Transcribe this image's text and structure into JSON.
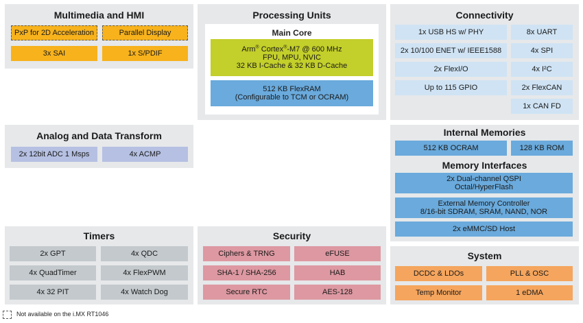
{
  "multimedia": {
    "title": "Multimedia and HMI",
    "blocks": [
      "PxP for 2D Acceleration",
      "Parallel Display",
      "3x SAI",
      "1x S/PDIF"
    ]
  },
  "processing": {
    "title": "Processing Units",
    "main_core": {
      "title": "Main Core",
      "arm_prefix": "Arm",
      "cortex": "Cortex",
      "cortex_model": "-M7 @ 600 MHz",
      "cpu_lines": "FPU, MPU, NVIC\n32 KB I-Cache & 32 KB D-Cache",
      "flexram": "512 KB FlexRAM\n(Configurable to TCM or OCRAM)"
    }
  },
  "connectivity": {
    "title": "Connectivity",
    "left": [
      "1x USB HS w/ PHY",
      "2x 10/100 ENET w/ IEEE1588",
      "2x FlexI/O",
      "Up to 115 GPIO"
    ],
    "right": [
      "8x UART",
      "4x SPI",
      "4x I²C",
      "2x FlexCAN",
      "1x CAN FD"
    ]
  },
  "analog": {
    "title": "Analog and Data Transform",
    "blocks": [
      "2x 12bit ADC 1 Msps",
      "4x ACMP"
    ]
  },
  "memories": {
    "internal_title": "Internal Memories",
    "ocram": "512 KB OCRAM",
    "rom": "128 KB ROM",
    "interfaces_title": "Memory Interfaces",
    "qspi": "2x Dual-channel QSPI\nOctal/HyperFlash",
    "emc": "External Memory Controller\n8/16-bit SDRAM, SRAM, NAND, NOR",
    "emmc": "2x eMMC/SD Host"
  },
  "timers": {
    "title": "Timers",
    "blocks": [
      "2x GPT",
      "4x QDC",
      "4x QuadTimer",
      "4x FlexPWM",
      "4x 32 PIT",
      "4x Watch Dog"
    ]
  },
  "security": {
    "title": "Security",
    "blocks": [
      "Ciphers & TRNG",
      "eFUSE",
      "SHA-1 / SHA-256",
      "HAB",
      "Secure RTC",
      "AES-128"
    ]
  },
  "system": {
    "title": "System",
    "blocks": [
      "DCDC & LDOs",
      "PLL & OSC",
      "Temp Monitor",
      "1 eDMA"
    ]
  },
  "legend": {
    "text": "Not available on the i.MX RT1046"
  },
  "colors": {
    "panel": "#e6e8ea",
    "orange": "#f7b21c",
    "lavender": "#b5c0e2",
    "light_blue": "#cfe3f4",
    "blue": "#6aaadc",
    "green": "#c3cf2a",
    "grey": "#c3c9cd",
    "pink": "#dd98a1",
    "peach": "#f5a55d"
  }
}
